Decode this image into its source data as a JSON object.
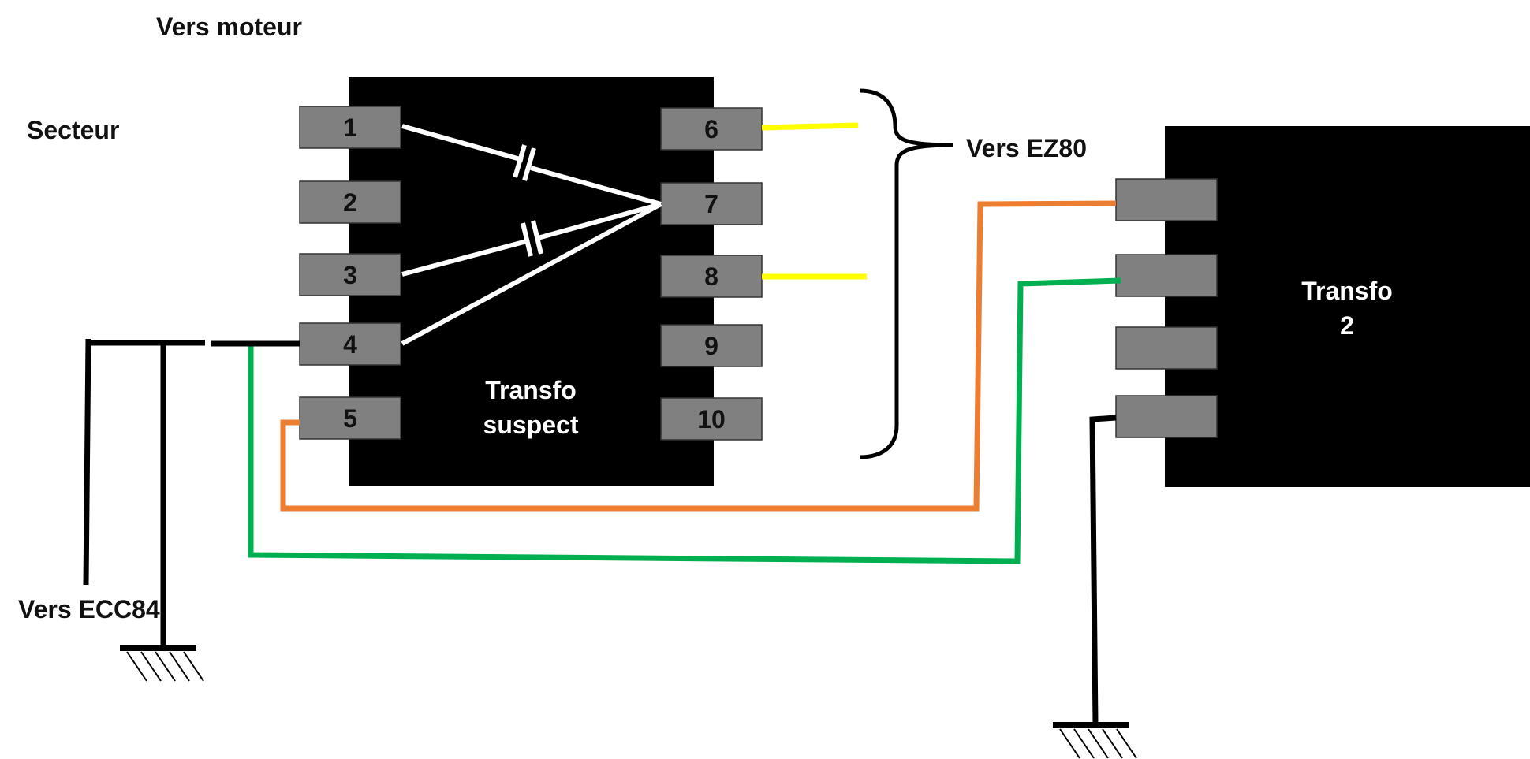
{
  "labels": {
    "vers_moteur": "Vers moteur",
    "secteur": "Secteur",
    "vers_ez80": "Vers EZ80",
    "vers_ecc84": "Vers ECC84",
    "transfo_suspect_line1": "Transfo",
    "transfo_suspect_line2": "suspect",
    "transfo2_line1": "Transfo",
    "transfo2_line2": "2"
  },
  "pins_left": [
    "1",
    "2",
    "3",
    "4",
    "5"
  ],
  "pins_right": [
    "6",
    "7",
    "8",
    "9",
    "10"
  ],
  "colors": {
    "transformer_body": "#000000",
    "pin_fill": "#808080",
    "wire_black": "#000000",
    "wire_white": "#ffffff",
    "wire_yellow": "#ffff00",
    "wire_orange": "#ed7d31",
    "wire_green": "#00b050"
  }
}
